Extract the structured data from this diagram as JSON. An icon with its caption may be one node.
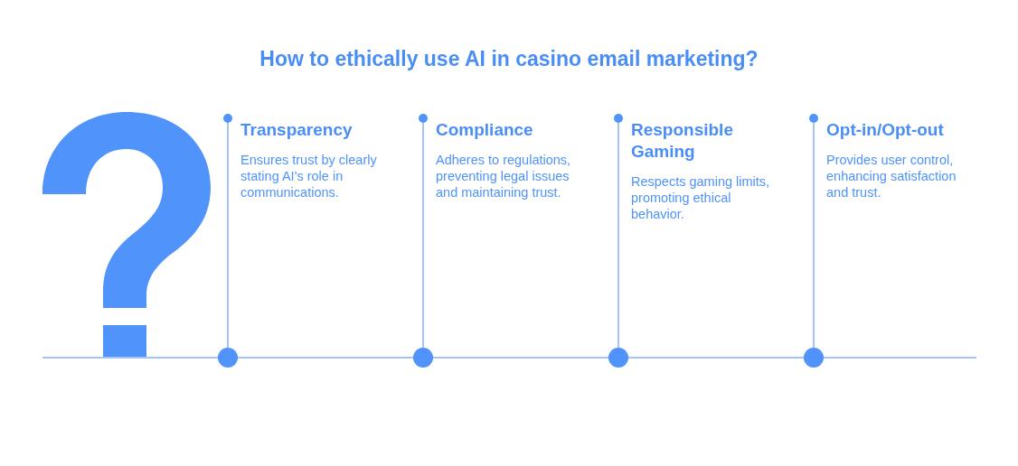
{
  "diagram": {
    "title": "How to ethically use AI in casino email marketing?",
    "nodes": [
      {
        "text": [
          "Transparency",
          "Ensures trust by clearly stating AI's role in communications."
        ]
      },
      {
        "text": [
          "Compliance",
          "Adheres to regulations, preventing legal issues and maintaining trust."
        ]
      },
      {
        "text": [
          "Responsible Gaming",
          "Respects gaming limits, promoting ethical behavior."
        ]
      },
      {
        "text": [
          "Opt-in/Opt-out",
          "Provides user control, enhancing satisfaction and trust."
        ]
      }
    ]
  }
}
